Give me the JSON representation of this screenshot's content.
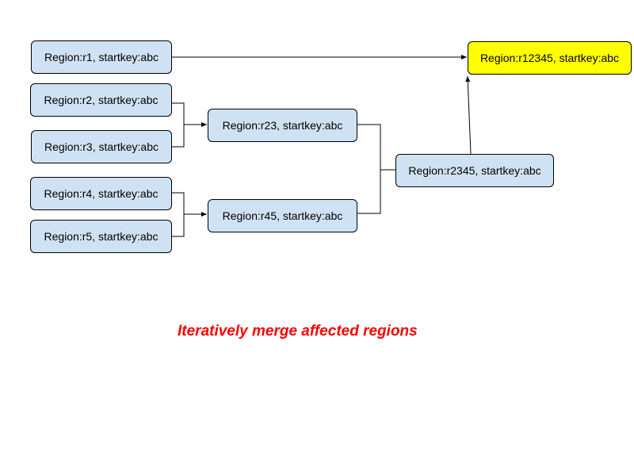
{
  "diagram": {
    "nodes": {
      "r1": "Region:r1, startkey:abc",
      "r2": "Region:r2, startkey:abc",
      "r3": "Region:r3, startkey:abc",
      "r4": "Region:r4, startkey:abc",
      "r5": "Region:r5, startkey:abc",
      "r23": "Region:r23, startkey:abc",
      "r45": "Region:r45, startkey:abc",
      "r2345": "Region:r2345, startkey:abc",
      "r12345": "Region:r12345, startkey:abc"
    },
    "merges": [
      {
        "from": [
          "r2",
          "r3"
        ],
        "to": "r23"
      },
      {
        "from": [
          "r4",
          "r5"
        ],
        "to": "r45"
      },
      {
        "from": [
          "r23",
          "r45"
        ],
        "to": "r2345"
      },
      {
        "from": [
          "r1",
          "r2345"
        ],
        "to": "r12345"
      }
    ],
    "colors": {
      "region": "#cfe2f3",
      "result_region": "#ffff00",
      "caption": "#ff0000"
    },
    "caption": "Iteratively merge affected regions"
  }
}
